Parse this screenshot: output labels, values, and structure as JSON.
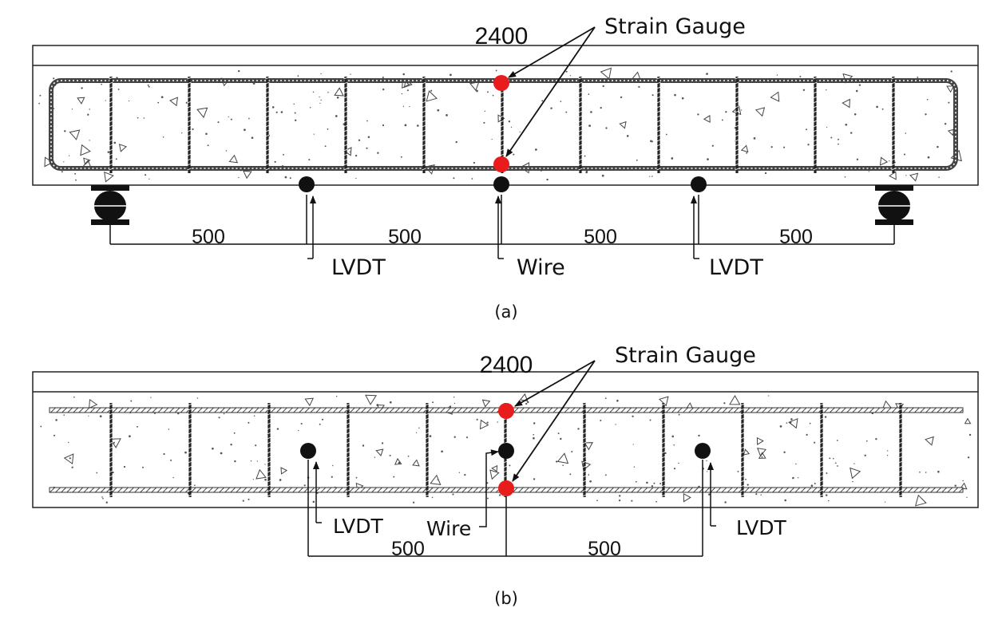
{
  "panel_a": {
    "length_label": "2400",
    "strain_gauge_label": "Strain Gauge",
    "spacings": [
      "500",
      "500",
      "500",
      "500"
    ],
    "lvdt_left_label": "LVDT",
    "wire_label": "Wire",
    "lvdt_right_label": "LVDT",
    "caption": "(a)"
  },
  "panel_b": {
    "length_label": "2400",
    "strain_gauge_label": "Strain Gauge",
    "spacings": [
      "500",
      "500"
    ],
    "lvdt_left_label": "LVDT",
    "wire_label": "Wire",
    "lvdt_right_label": "LVDT",
    "caption": "(b)"
  },
  "colors": {
    "strain_gauge": "#e81c1c",
    "sensor": "#111111",
    "rebar": "#333333",
    "outline": "#222222"
  }
}
